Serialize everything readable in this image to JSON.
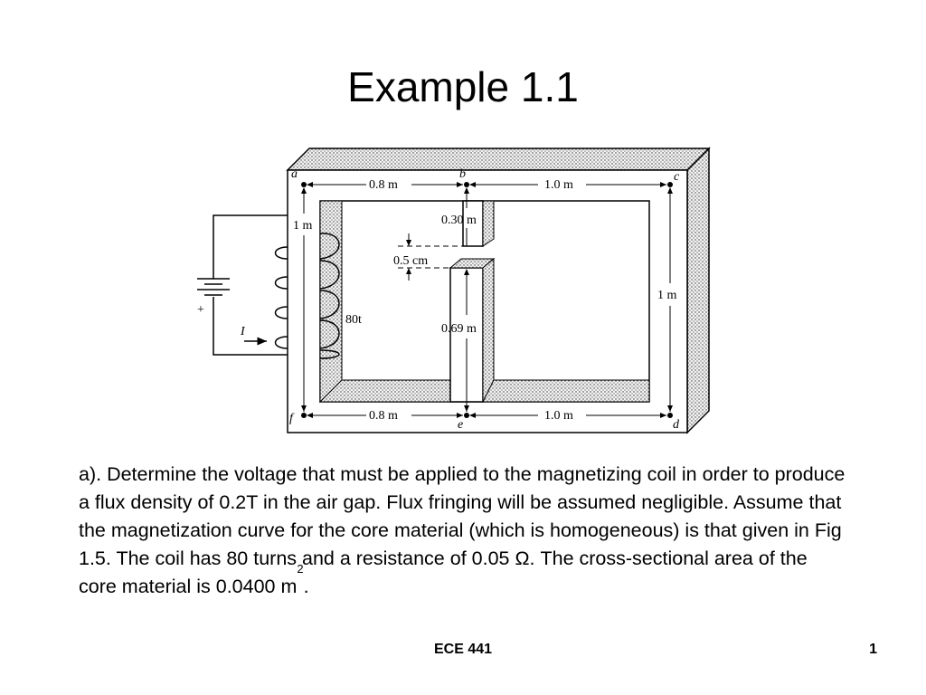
{
  "slide": {
    "title": "Example 1.1",
    "paragraph_main": "a).  Determine the voltage that must be applied to the magnetizing coil in order to produce a flux density of 0.2T in the air gap.  Flux fringing will be assumed negligible.  Assume that the magnetization curve for the core material (which is homogeneous) is that given in Fig 1.5.  The coil has 80 turns and a resistance of 0.05 Ω.  The cross-sectional area of the core material is 0.0400 m",
    "paragraph_sup": "2",
    "paragraph_end": ".",
    "footer_course": "ECE 441",
    "footer_page": "1"
  },
  "figure": {
    "point_a": "a",
    "point_b": "b",
    "point_c": "c",
    "point_d": "d",
    "point_e": "e",
    "point_f": "f",
    "dim_top_left": "0.8 m",
    "dim_top_right": "1.0 m",
    "dim_bottom_left": "0.8 m",
    "dim_bottom_right": "1.0 m",
    "dim_left_height": "1 m",
    "dim_right_height": "1 m",
    "dim_upper_leg": "0.30 m",
    "dim_gap": "0.5 cm",
    "dim_lower_leg": "0.69 m",
    "coil_turns": "80t",
    "current_label": "I",
    "battery_polarity": "+"
  }
}
